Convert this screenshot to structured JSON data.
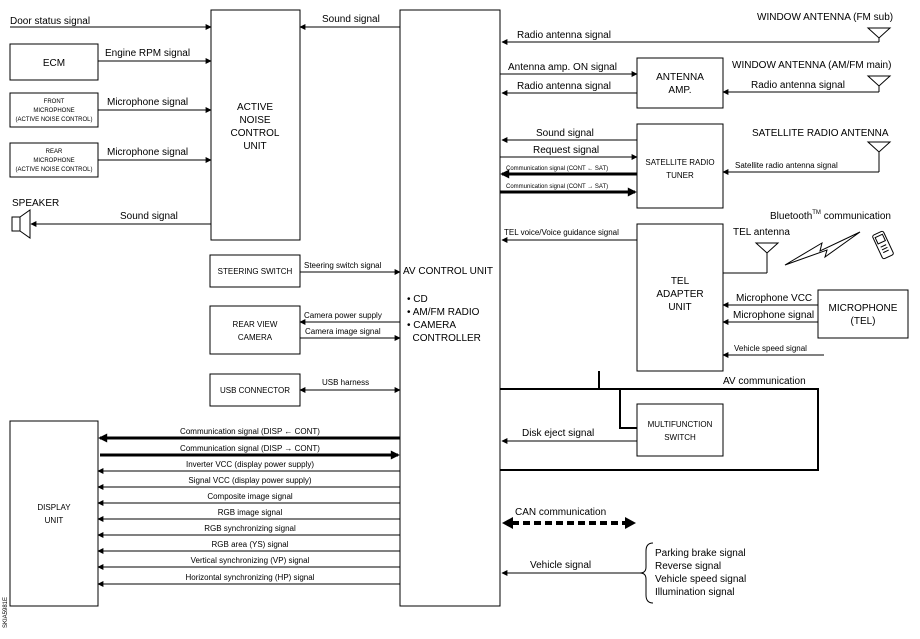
{
  "blocks": {
    "anc": [
      "ACTIVE",
      "NOISE",
      "CONTROL",
      "UNIT"
    ],
    "ecm": "ECM",
    "front_mic": [
      "FRONT",
      "MICROPHONE",
      "(ACTIVE NOISE CONTROL)"
    ],
    "rear_mic": [
      "REAR",
      "MICROPHONE",
      "(ACTIVE NOISE CONTROL)"
    ],
    "speaker": "SPEAKER",
    "steering_switch": "STEERING SWITCH",
    "rear_view_camera": [
      "REAR VIEW",
      "CAMERA"
    ],
    "usb_connector": "USB CONNECTOR",
    "display_unit": [
      "DISPLAY",
      "UNIT"
    ],
    "av_control_unit": "AV CONTROL UNIT",
    "av_features": [
      "• CD",
      "• AM/FM RADIO",
      "• CAMERA",
      "  CONTROLLER"
    ],
    "antenna_amp": [
      "ANTENNA",
      "AMP."
    ],
    "satellite_tuner": [
      "SATELLITE RADIO",
      "TUNER"
    ],
    "tel_adapter": [
      "TEL",
      "ADAPTER",
      "UNIT"
    ],
    "microphone_tel": [
      "MICROPHONE",
      "(TEL)"
    ],
    "multifunction_switch": [
      "MULTIFUNCTION",
      "SWITCH"
    ]
  },
  "external": {
    "window_antenna_fm_sub": "WINDOW ANTENNA (FM sub)",
    "window_antenna_am_fm_main": "WINDOW ANTENNA (AM/FM main)",
    "satellite_radio_antenna": "SATELLITE RADIO ANTENNA",
    "bluetooth": "Bluetooth",
    "bluetooth_tm": "TM",
    "bluetooth_suffix": " communication",
    "tel_antenna": "TEL antenna"
  },
  "signals": {
    "door_status": "Door status signal",
    "engine_rpm": "Engine RPM signal",
    "front_mic": "Microphone signal",
    "rear_mic": "Microphone signal",
    "speaker_sound": "Sound signal",
    "anc_sound": "Sound signal",
    "steering_switch": "Steering switch signal",
    "camera_power": "Camera power supply",
    "camera_image": "Camera image signal",
    "usb_harness": "USB harness",
    "radio_antenna_fm_sub": "Radio antenna signal",
    "antenna_amp_on": "Antenna amp. ON signal",
    "radio_antenna_amp_out": "Radio antenna signal",
    "radio_antenna_main": "Radio antenna signal",
    "sat_sound": "Sound signal",
    "sat_request": "Request signal",
    "sat_comm_to_cont": "Communication signal (CONT ← SAT)",
    "sat_comm_to_sat": "Communication signal (CONT → SAT)",
    "sat_antenna": "Satellite radio antenna signal",
    "tel_voice": "TEL voice/Voice guidance signal",
    "mic_vcc": "Microphone VCC",
    "mic_signal": "Microphone signal",
    "vehicle_speed_tel": "Vehicle speed signal",
    "av_communication": "AV communication",
    "disk_eject": "Disk eject signal",
    "can_communication": "CAN communication",
    "vehicle_signal": "Vehicle signal",
    "vehicle_signal_items": [
      "Parking brake signal",
      "Reverse signal",
      "Vehicle speed signal",
      "Illumination signal"
    ],
    "display_signals": [
      "Communication signal (DISP ← CONT)",
      "Communication signal (DISP → CONT)",
      "Inverter VCC (display power supply)",
      "Signal VCC (display power supply)",
      "Composite image signal",
      "RGB image signal",
      "RGB synchronizing signal",
      "RGB area (YS) signal",
      "Vertical synchronizing (VP) signal",
      "Horizontal synchronizing (HP) signal"
    ]
  },
  "figure_id": "SKIA5981E"
}
